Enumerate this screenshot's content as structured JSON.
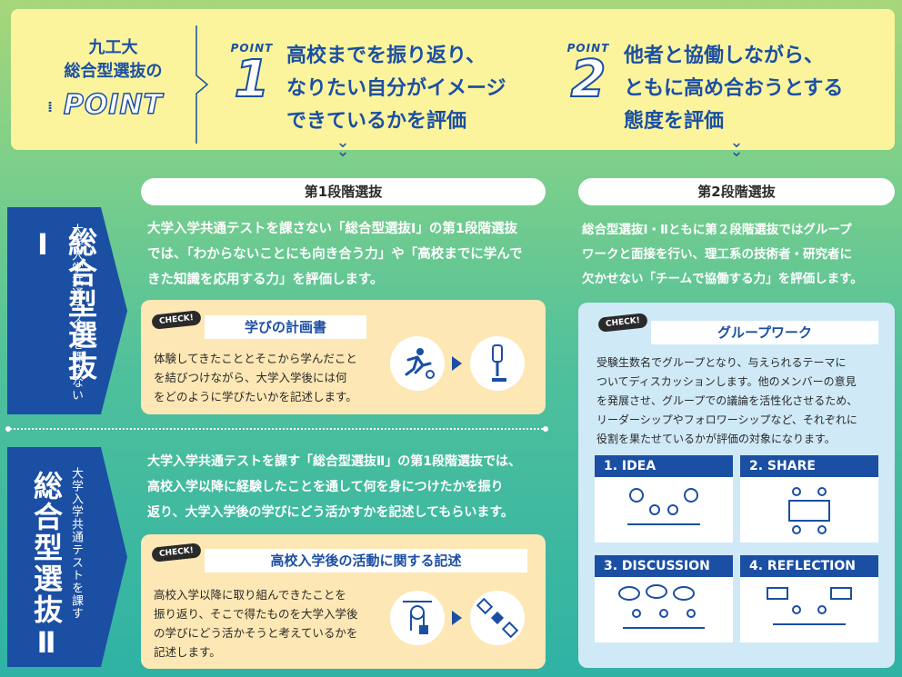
{
  "banner": {
    "title_line1": "九工大",
    "title_line2": "総合型選抜の",
    "title_line3": "POINT",
    "point_word": "POINT",
    "point1_num": "1",
    "point1_lines": [
      "高校までを振り返り、",
      "なりたい自分がイメージ",
      "できているかを評価"
    ],
    "point2_num": "2",
    "point2_lines": [
      "他者と協働しながら、",
      "ともに高め合おうとする",
      "態度を評価"
    ]
  },
  "stage1": {
    "label": "第1段階選抜"
  },
  "stage2": {
    "label": "第2段階選抜",
    "desc_lines": [
      "総合型選抜Ⅰ・Ⅱともに第２段階選抜ではグループ",
      "ワークと面接を行い、理工系の技術者・研究者に",
      "欠かせない「チームで協働する力」を評価します。"
    ]
  },
  "track1": {
    "big": "総合型選抜Ⅰ",
    "small": "大学入学共通テストを課さない",
    "desc_lines": [
      "大学入学共通テストを課さない「総合型選抜Ⅰ」の第1段階選抜",
      "では、「わからないことにも向き合う力」や「高校までに学んで",
      "きた知識を応用する力」を評価します。"
    ],
    "check_badge": "CHECK!",
    "card_title": "学びの計画書",
    "card_lines": [
      "体験してきたこととそこから学んだこと",
      "を結びつけながら、大学入学後には何",
      "をどのように学びたいかを記述します。"
    ]
  },
  "track2": {
    "big": "総合型選抜Ⅱ",
    "small": "大学入学共通テストを課す",
    "desc_lines": [
      "大学入学共通テストを課す「総合型選抜Ⅱ」の第1段階選抜では、",
      "高校入学以降に経験したことを通して何を身につけたかを振り",
      "返り、大学入学後の学びにどう活かすかを記述してもらいます。"
    ],
    "check_badge": "CHECK!",
    "card_title": "高校入学後の活動に関する記述",
    "card_lines": [
      "高校入学以降に取り組んできたことを",
      "振り返り、そこで得たものを大学入学後",
      "の学びにどう活かそうと考えているかを",
      "記述します。"
    ]
  },
  "group": {
    "check_badge": "CHECK!",
    "title": "グループワーク",
    "lines": [
      "受験生数名でグループとなり、与えられるテーマに",
      "ついてディスカッションします。他のメンバーの意見",
      "を発展させ、グループでの議論を活性化させるため、",
      "リーダーシップやフォロワーシップなど、それぞれに",
      "役割を果たせているかが評価の対象になります。"
    ],
    "steps": [
      "1. IDEA",
      "2. SHARE",
      "3. DISCUSSION",
      "4. REFLECTION"
    ]
  },
  "colors": {
    "navy": "#1b4fa3",
    "banner": "#fbf49c",
    "card": "#fde7b4",
    "groupcard": "#cfe9f7"
  }
}
